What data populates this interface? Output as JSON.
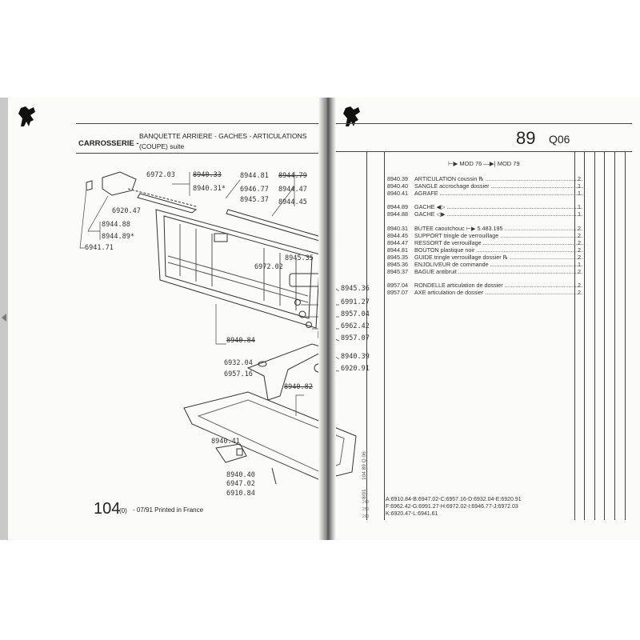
{
  "left_page": {
    "section": "CARROSSERIE -",
    "title_line1": "BANQUETTE ARRIERE - GACHES - ARTICULATIONS",
    "title_line2": "(COUPE) suite",
    "footer_model": "104",
    "footer_sub": "(0)",
    "footer_text": "- 07/91 Printed in France",
    "side_code": "104   89 Q 06",
    "side_date": "8/91",
    "side_nums": [
      "240",
      "250",
      "260"
    ],
    "labels": {
      "l6972_03": "6972.03",
      "l8940_33": "8940.33",
      "l8940_31": "8940.31*",
      "l8944_81": "8944.81",
      "l8944_79": "8944.79",
      "l8944_47": "8944.47",
      "l6946_77": "6946.77",
      "l8945_37": "8945.37",
      "l8944_45": "8944.45",
      "l6920_47": "6920.47",
      "l8944_88": "8944.88",
      "l8944_89": "8944.89*",
      "l6941_71": "6941.71",
      "l8945_35": "8945.35",
      "l6972_02": "6972.02",
      "l8945_36": "8945.36",
      "l6991_27": "6991.27",
      "l8957_04": "8957.04",
      "l6962_42": "6962.42",
      "l8957_07": "8957.07",
      "l8940_84": "8940.84",
      "l8940_39": "8940.39",
      "l6932_04": "6932.04",
      "l6920_91": "6920.91",
      "l6957_16": "6957.16",
      "l8940_82": "8940.82",
      "l8940_41": "8940.41",
      "l8940_40": "8940.40",
      "l6947_02": "6947.02",
      "l6910_84": "6910.84"
    }
  },
  "right_page": {
    "page_number": "89",
    "group": "Q06",
    "model_range": "⊢▶ MOD 76 —▶| MOD 79",
    "parts": [
      {
        "ref": "8940.39",
        "desc": "ARTICULATION coussin ℞",
        "qty": "2"
      },
      {
        "ref": "8940.40",
        "desc": "SANGLE accrochage dossier",
        "qty": "1"
      },
      {
        "ref": "8940.41",
        "desc": "AGRAFE",
        "qty": "1"
      },
      {
        "ref": "8944.89",
        "desc": "GACHE ◀▷",
        "qty": "1"
      },
      {
        "ref": "8944.88",
        "desc": "GACHE ◁▶",
        "qty": "1"
      },
      {
        "ref": "8940.31",
        "desc": "BUTEE caoutchouc ⊢▶ 5.483.195",
        "qty": "2"
      },
      {
        "ref": "8944.45",
        "desc": "SUPPORT tringle de verrouillage",
        "qty": "2"
      },
      {
        "ref": "8944.47",
        "desc": "RESSORT de verrouillage",
        "qty": "2"
      },
      {
        "ref": "8944.81",
        "desc": "BOUTON plastique noir",
        "qty": "2"
      },
      {
        "ref": "8945.35",
        "desc": "GUIDE tringle verrouillage dossier ℞",
        "qty": "2"
      },
      {
        "ref": "8945.36",
        "desc": "ENJOLIVEUR de commande",
        "qty": "1"
      },
      {
        "ref": "8945.37",
        "desc": "BAGUE antibruit",
        "qty": "2"
      },
      {
        "ref": "8957.04",
        "desc": "RONDELLE articulation de dossier",
        "qty": "2"
      },
      {
        "ref": "8957.07",
        "desc": "AXE articulation de dossier",
        "qty": "2"
      }
    ],
    "legend": [
      "A:6910.84-B:6947.02-C:6957.16-D:6932.04-E:6920.91",
      "F:6962.42-G:6991.27-H:6972.02-I:6946.77-J:6972.03",
      "K:6920.47-L:6941.61"
    ]
  }
}
